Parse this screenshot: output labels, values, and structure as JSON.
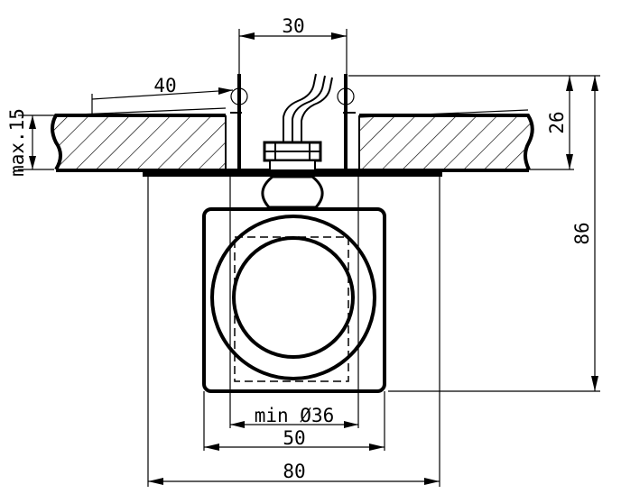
{
  "dimensions": {
    "top_width": "30",
    "offset": "40",
    "max_thickness": "max.15",
    "upper_height": "26",
    "total_height": "86",
    "min_hole": "min Ø36",
    "body_width": "50",
    "flange_width": "80"
  }
}
